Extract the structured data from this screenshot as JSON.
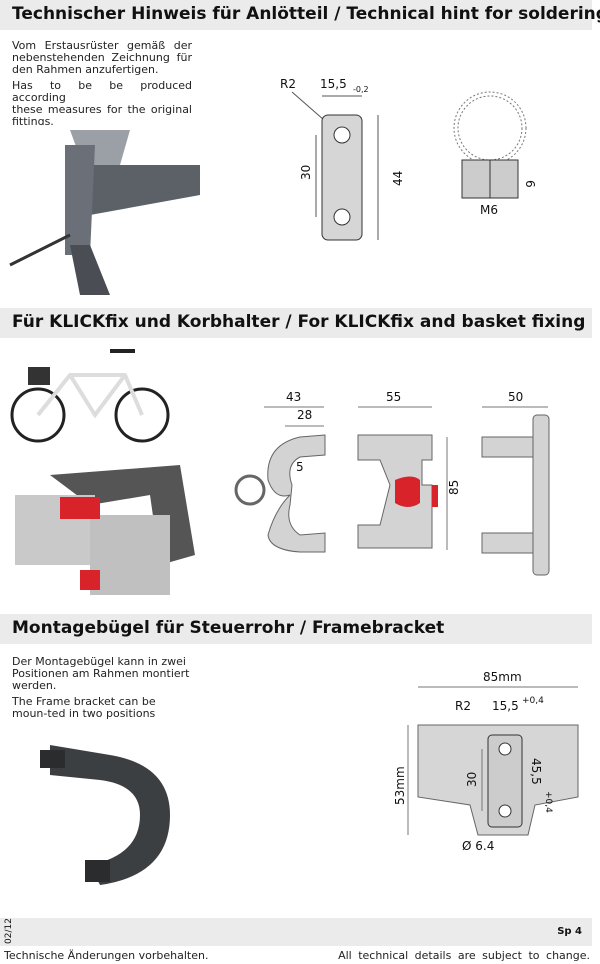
{
  "sections": [
    {
      "title": "Technischer Hinweis für Anlötteil / Technical hint for soldering part",
      "text_de": [
        "Vom Erstausrüster gemäß der",
        "nebenstehenden Zeichnung für",
        "den Rahmen anzufertigen."
      ],
      "text_en": [
        "Has to be be produced according",
        "these measures for the original",
        "fittings."
      ],
      "dims": {
        "radius": "R2",
        "width": "15,5",
        "tolerance": "-0,2",
        "hole_spacing": "30",
        "height": "44",
        "depth": "6",
        "thread": "M6"
      }
    },
    {
      "title": "Für KLICKfix und Korbhalter / For KLICKfix and basket fixing",
      "dims": {
        "d43": "43",
        "d28": "28",
        "d5": "5",
        "d55": "55",
        "d85": "85",
        "d50": "50"
      }
    },
    {
      "title": "Montagebügel für Steuerrohr / Framebracket",
      "text_de": [
        "Der Montagebügel kann in zwei",
        "Positionen am Rahmen montiert",
        "werden."
      ],
      "text_en": [
        "The Frame bracket can be",
        "moun-ted in two positions"
      ],
      "dims": {
        "width": "85mm",
        "radius": "R2",
        "slot": "15,5",
        "slot_tol": "+0,4",
        "spacing": "30",
        "length": "45,5",
        "length_tol": "+0,4",
        "height": "53mm",
        "hole": "Ø 6.4"
      }
    }
  ],
  "footer": {
    "date": "02/12",
    "page": "Sp 4",
    "note_de": "Technische Änderungen vorbehalten.",
    "note_en": "All technical details are subject to change."
  }
}
